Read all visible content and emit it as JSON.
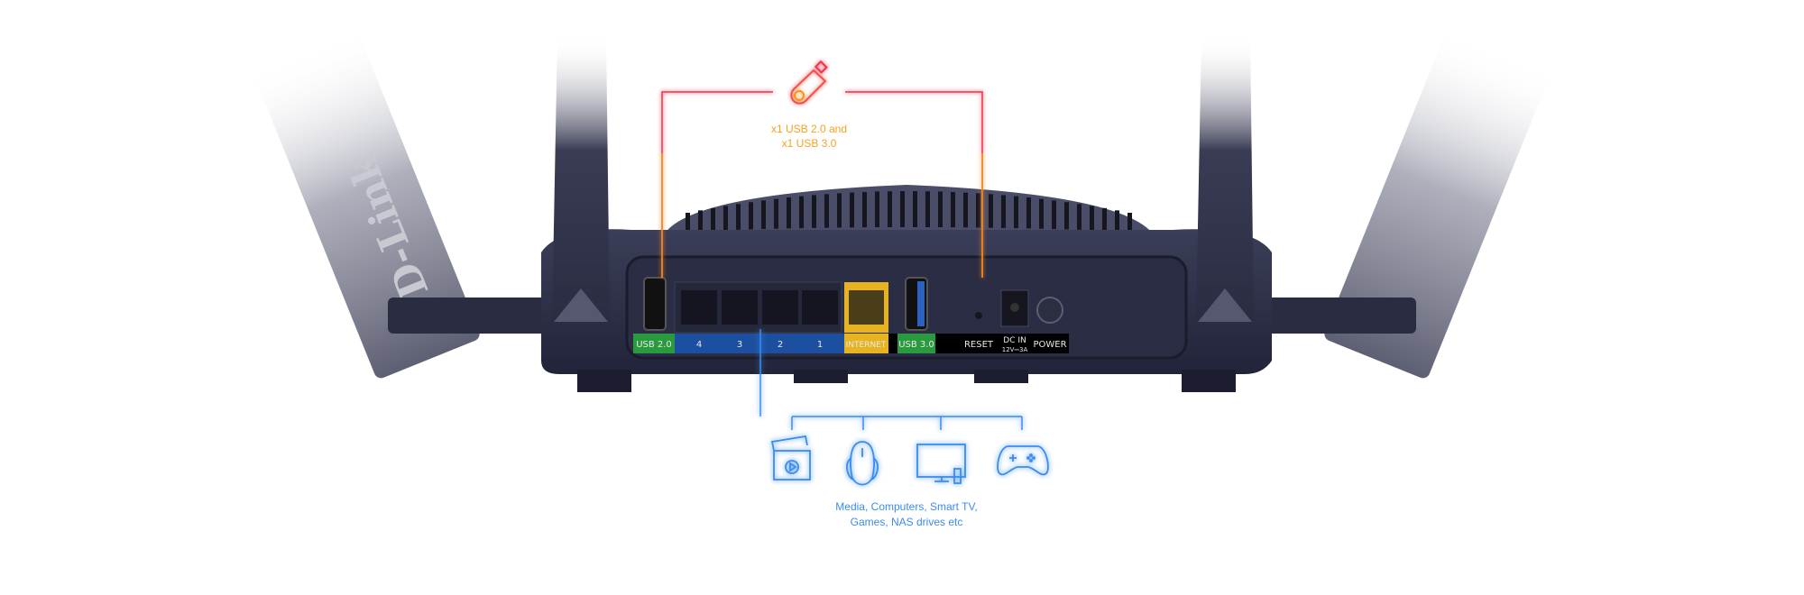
{
  "brand": "D-Link",
  "usb_callout": {
    "icon": "usb-stick-icon",
    "line1": "x1 USB 2.0 and",
    "line2": "x1 USB 3.0",
    "color": "#f7a21b",
    "line_color": "#f0304a"
  },
  "port_labels": {
    "usb2": "USB 2.0",
    "lan4": "4",
    "lan3": "3",
    "lan2": "2",
    "lan1": "1",
    "internet": "INTERNET",
    "usb3": "USB  3.0",
    "reset": "RESET",
    "dc_in": "DC IN",
    "dc_rating": "12V⎓3A",
    "power": "POWER"
  },
  "lan_callout": {
    "icons": [
      "media-clapperboard-icon",
      "computer-mouse-icon",
      "smart-tv-icon",
      "gamepad-icon"
    ],
    "line1": "Media, Computers, Smart TV,",
    "line2": "Games, NAS drives etc",
    "color": "#3b8cf0"
  },
  "colors": {
    "usb_green": "#2a9a3e",
    "lan_blue": "#1d4fa0",
    "internet_yellow": "#e7b320",
    "body": "#2a2c42"
  }
}
